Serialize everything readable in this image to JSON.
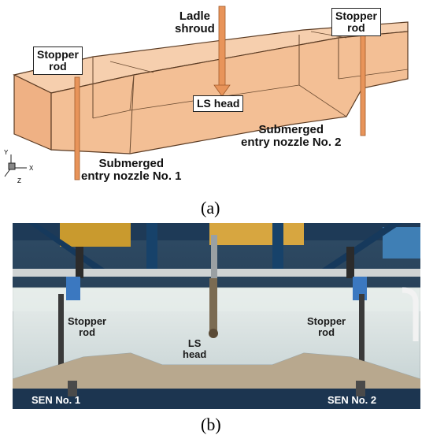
{
  "panel_a": {
    "labels": {
      "stopper_rod_left": "Stopper\nrod",
      "ladle_shroud": "Ladle\nshroud",
      "stopper_rod_right": "Stopper\nrod",
      "ls_head": "LS head",
      "sen2": "Submerged\nentry nozzle No. 2",
      "sen1": "Submerged\nentry nozzle No. 1"
    },
    "axis": {
      "y": "Y",
      "x": "X",
      "z": "Z"
    },
    "caption": "(a)"
  },
  "panel_b": {
    "labels": {
      "stopper_rod_left": "Stopper\nrod",
      "ls_head": "LS\nhead",
      "stopper_rod_right": "Stopper\nrod",
      "sen1": "SEN No. 1",
      "sen2": "SEN No. 2"
    },
    "caption": "(b)"
  },
  "colors": {
    "tundish_fill": "#f2b98a",
    "tundish_edge": "#5a3a22",
    "rod": "#e8945a",
    "frame_blue": "#1f4f7f",
    "water": "#d8e4e6"
  }
}
